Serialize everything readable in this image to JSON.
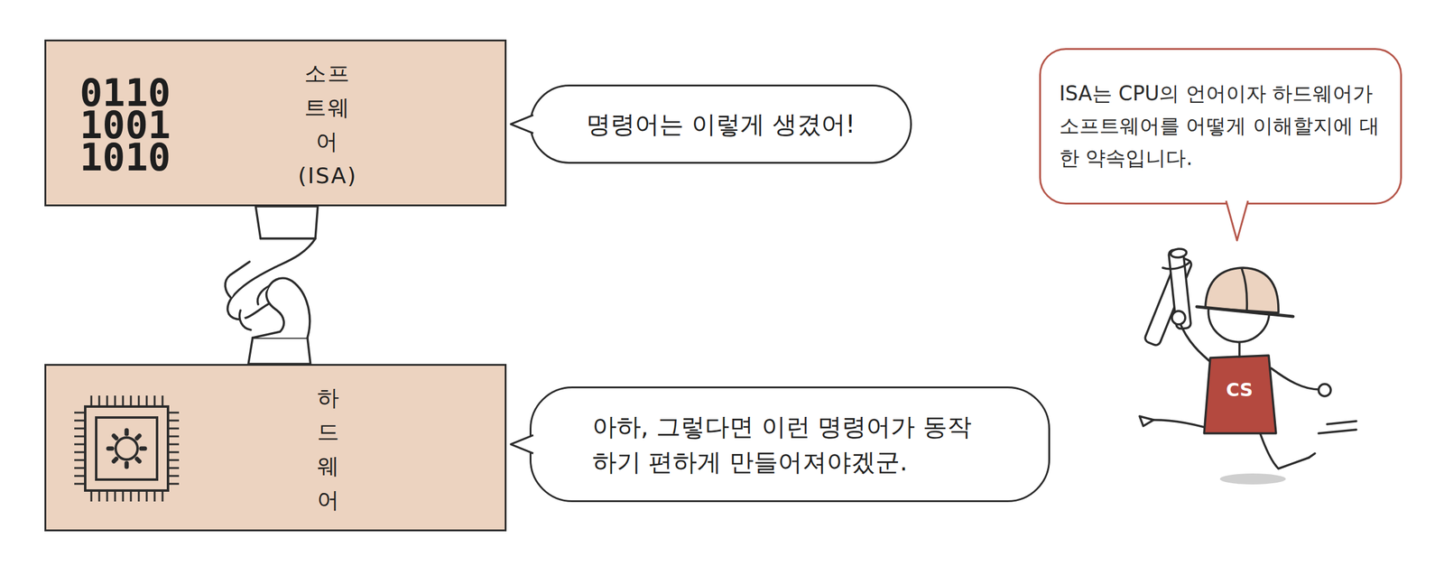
{
  "diagram": {
    "nodes": [
      {
        "text": [
          "0110 1001 1010",
          "소프트웨어 (ISA)"
        ]
      },
      {
        "text": [
          "명령어는 이렇게 생겼어!"
        ]
      },
      {
        "text": [
          "하드웨어"
        ]
      },
      {
        "text": [
          "아하, 그렇다면 이런 명령어가 동작하기 편하게 만들어져야겠군."
        ]
      },
      {
        "text": [
          "ISA는 CPU의 언어이자 하드웨어가 소프트웨어를 어떻게 이해할지에 대한 약속입니다."
        ]
      }
    ],
    "labels": [
      "CS"
    ]
  }
}
